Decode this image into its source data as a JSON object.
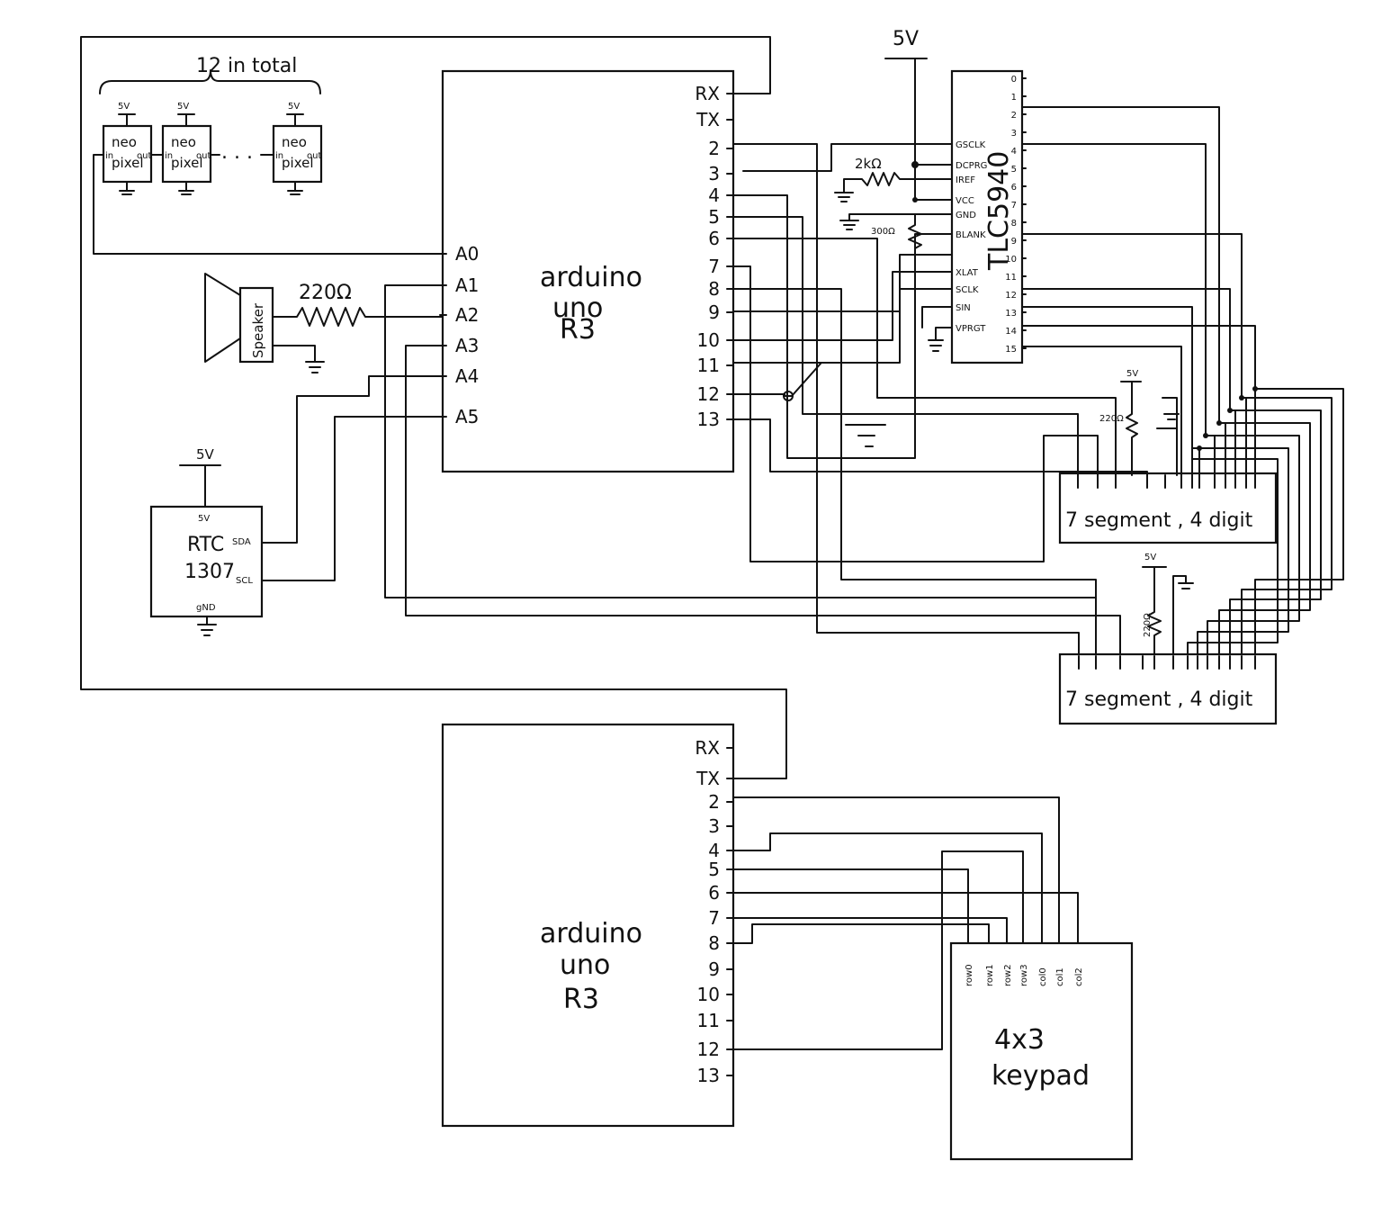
{
  "arduino_top": {
    "line1": "arduino",
    "line2": "uno",
    "line3": "R3",
    "pins_right": [
      "RX",
      "TX",
      "2",
      "3",
      "4",
      "5",
      "6",
      "7",
      "8",
      "9",
      "10",
      "11",
      "12",
      "13"
    ],
    "pins_left": [
      "A0",
      "A1",
      "A2",
      "A3",
      "A4",
      "A5"
    ]
  },
  "arduino_bottom": {
    "line1": "arduino",
    "line2": "uno",
    "line3": "R3",
    "pins_right": [
      "RX",
      "TX",
      "2",
      "3",
      "4",
      "5",
      "6",
      "7",
      "8",
      "9",
      "10",
      "11",
      "12",
      "13"
    ]
  },
  "neopixels": {
    "group_label": "12 in total",
    "supply": "5V",
    "top": "neo",
    "bottom": "pixel",
    "in": "in",
    "out": "out",
    "dots": ". . ."
  },
  "speaker": {
    "label": "Speaker",
    "resistor": "220Ω"
  },
  "rtc": {
    "line1": "RTC",
    "line2": "1307",
    "supply": "5V",
    "vcc": "5V",
    "sda": "SDA",
    "scl": "SCL",
    "gnd": "gND"
  },
  "tlc": {
    "name": "TLC5940",
    "supply": "5V",
    "r_iref": "2kΩ",
    "r_blank": "300Ω",
    "pins_left": [
      "GSCLK",
      "DCPRG",
      "IREF",
      "VCC",
      "GND",
      "BLANK",
      "XLAT",
      "SCLK",
      "SIN",
      "VPRGT"
    ],
    "pins_right": [
      "0",
      "1",
      "2",
      "3",
      "4",
      "5",
      "6",
      "7",
      "8",
      "9",
      "10",
      "11",
      "12",
      "13",
      "14",
      "15"
    ]
  },
  "seg1": {
    "label": "7 segment , 4 digit",
    "supply": "5V",
    "resistor": "220Ω"
  },
  "seg2": {
    "label": "7 segment , 4 digit",
    "supply": "5V",
    "resistor": "220Ω"
  },
  "keypad": {
    "line1": "4x3",
    "line2": "keypad",
    "pins": [
      "row0",
      "row1",
      "row2",
      "row3",
      "col0",
      "col1",
      "col2"
    ]
  }
}
